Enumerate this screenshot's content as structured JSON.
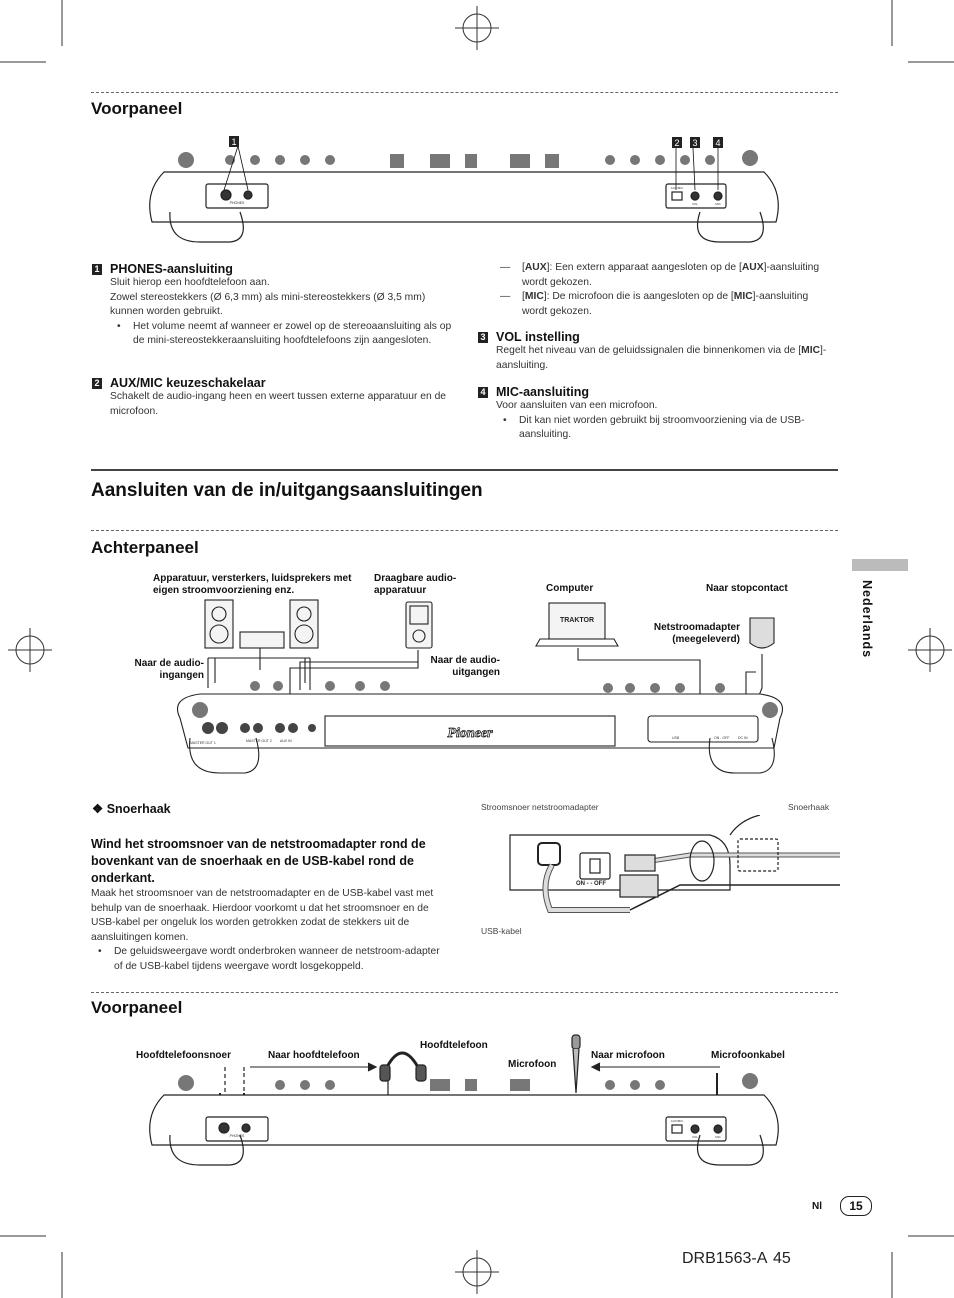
{
  "front_panel_1": {
    "title": "Voorpaneel",
    "callouts": [
      "1",
      "2",
      "3",
      "4"
    ],
    "labels": {
      "phones": "PHONES",
      "aux_mic": "AUX/MIC",
      "aux": "AUX",
      "mic": "MIC",
      "vol": "VOL"
    },
    "items": [
      {
        "num": "1",
        "heading": "PHONES-aansluiting",
        "lines": [
          "Sluit hierop een hoofdtelefoon aan.",
          "Zowel stereostekkers (Ø 6,3 mm) als mini-stereostekkers (Ø 3,5 mm) kunnen worden gebruikt."
        ],
        "bullets": [
          "Het volume neemt af wanneer er zowel op de stereoaansluiting als op de mini-stereostekkeraansluiting hoofdtelefoons zijn aangesloten."
        ]
      },
      {
        "num": "2",
        "heading": "AUX/MIC keuzeschakelaar",
        "lines": [
          "Schakelt de audio-ingang heen en weert tussen externe apparatuur en de microfoon."
        ]
      },
      {
        "num": "3",
        "heading": "VOL instelling",
        "lines_html": [
          "Regelt het niveau van de geluidssignalen die binnenkomen via de [<b>MIC</b>]-aansluiting."
        ]
      },
      {
        "num": "4",
        "heading": "MIC-aansluiting",
        "lines": [
          "Voor aansluiten van een microfoon."
        ],
        "bullets": [
          "Dit kan niet worden gebruikt bij stroomvoorziening via de USB-aansluiting."
        ]
      }
    ],
    "dash_items_html": [
      "[<b>AUX</b>]: Een extern apparaat aangesloten op de [<b>AUX</b>]-aansluiting wordt gekozen.",
      "[<b>MIC</b>]: De microfoon die is aangesloten op de [<b>MIC</b>]-aansluiting wordt gekozen."
    ]
  },
  "main_title": "Aansluiten van de in/uitgangsaansluitingen",
  "rear_panel": {
    "title": "Achterpaneel",
    "labels": {
      "equipment": "Apparatuur, versterkers, luidsprekers met eigen stroomvoorziening enz.",
      "portable": "Draagbare audio-apparatuur",
      "computer": "Computer",
      "traktor": "TRAKTOR",
      "outlet": "Naar stopcontact",
      "adapter": "Netstroomadapter (meegeleverd)",
      "audio_in": "Naar de audio-ingangen",
      "audio_out": "Naar de audio-uitgangen",
      "brand": "Pioneer",
      "master_out1": "MASTER OUT 1",
      "master_out2": "MASTER OUT 2",
      "aux_in": "AUX IN",
      "usb": "USB",
      "on_off": "ON - OFF",
      "dc_in": "DC IN"
    }
  },
  "cord_hook": {
    "title": "Snoerhaak",
    "instruction": "Wind het stroomsnoer van de netstroomadapter rond de bovenkant van de snoerhaak en de USB-kabel rond de onderkant.",
    "body": "Maak het stroomsnoer van de netstroomadapter en de USB-kabel vast met behulp van de snoerhaak. Hierdoor voorkomt u dat het stroomsnoer en de USB-kabel per ongeluk los worden getrokken zodat de stekkers uit de aansluitingen komen.",
    "bullets": [
      "De geluidsweergave wordt onderbroken wanneer de netstroom-adapter of de USB-kabel tijdens weergave wordt losgekoppeld."
    ],
    "figure_labels": {
      "adapter_cord": "Stroomsnoer netstroomadapter",
      "hook": "Snoerhaak",
      "usb_cable": "USB-kabel",
      "on_off": "ON - - OFF"
    }
  },
  "front_panel_2": {
    "title": "Voorpaneel",
    "labels": {
      "headphone_cord": "Hoofdtelefoonsnoer",
      "to_headphones": "Naar hoofdtelefoon",
      "headphones": "Hoofdtelefoon",
      "microphone": "Microfoon",
      "to_microphone": "Naar microfoon",
      "mic_cable": "Microfoonkabel"
    }
  },
  "sidebar": {
    "language": "Nederlands"
  },
  "footer": {
    "lang_code": "Nl",
    "page_number": "15",
    "doc_code": "DRB1563-A",
    "sheet_number": "45"
  }
}
